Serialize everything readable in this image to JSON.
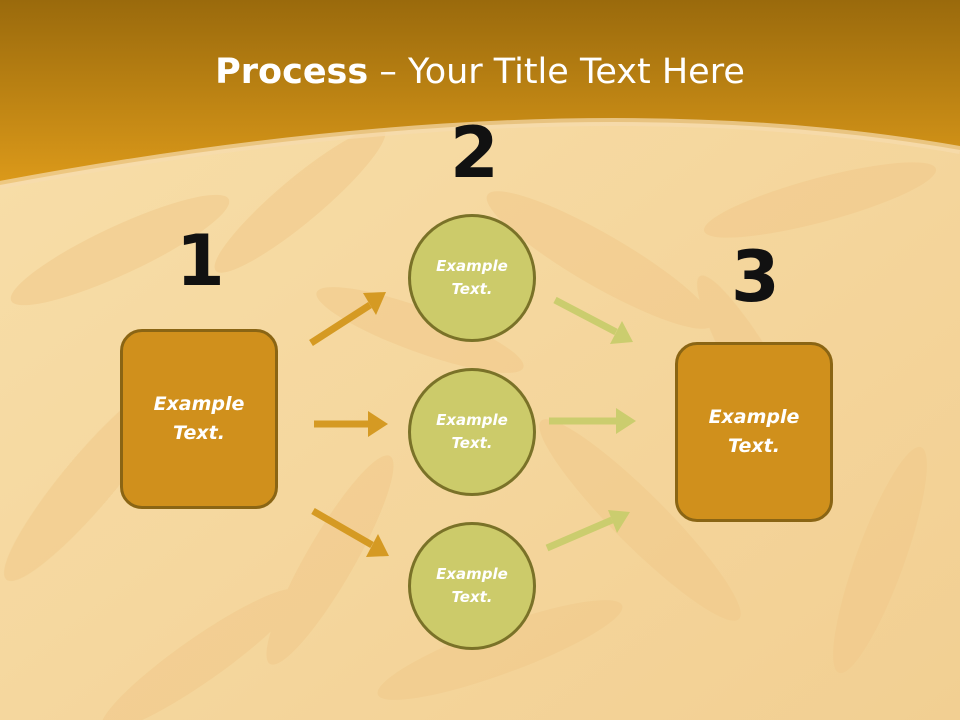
{
  "title": {
    "bold": "Process",
    "rest": " – Your Title Text Here"
  },
  "steps": {
    "one": "1",
    "two": "2",
    "three": "3"
  },
  "left_box": {
    "line1": "Example",
    "line2": "Text."
  },
  "right_box": {
    "line1": "Example",
    "line2": "Text."
  },
  "circles": [
    {
      "line1": "Example",
      "line2": "Text."
    },
    {
      "line1": "Example",
      "line2": "Text."
    },
    {
      "line1": "Example",
      "line2": "Text."
    }
  ],
  "colors": {
    "header": "#d39418",
    "box_fill": "#d0901c",
    "circle_fill": "#cccb6a",
    "left_arrow": "#d59a23",
    "right_arrow": "#cbcd6e"
  }
}
